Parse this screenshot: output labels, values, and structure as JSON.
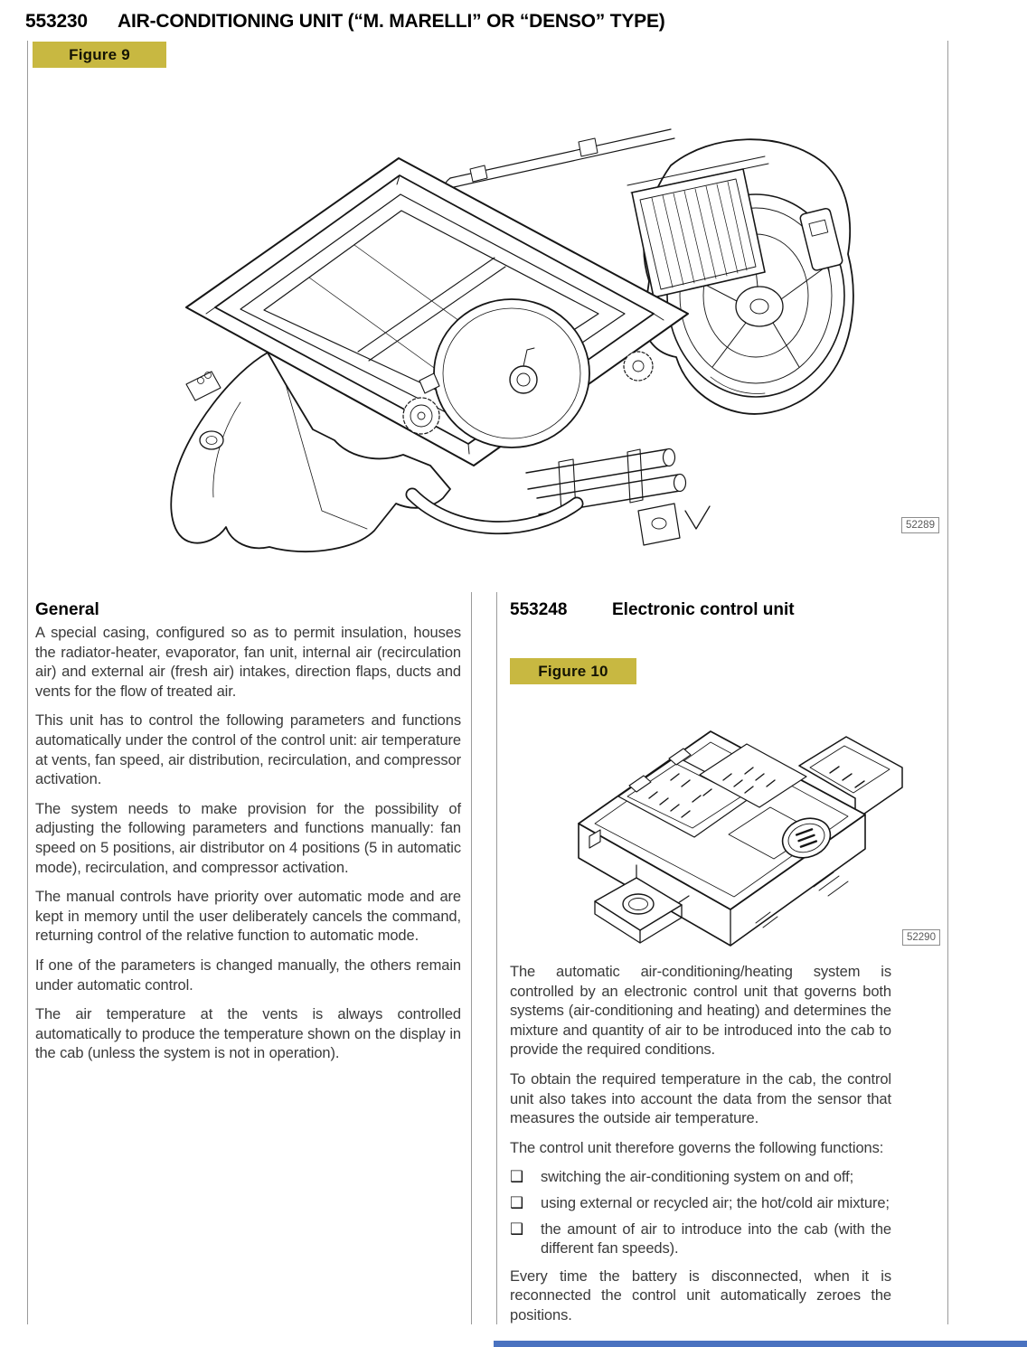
{
  "header": {
    "code": "553230",
    "title": "AIR-CONDITIONING UNIT (“M. MARELLI” OR “DENSO” TYPE)"
  },
  "figure9": {
    "label": "Figure 9",
    "ref": "52289"
  },
  "general": {
    "heading": "General",
    "p1": "A special casing, configured so as to permit insulation, houses the radiator-heater, evaporator, fan unit, internal air (recirculation air) and external air (fresh air) intakes, direction flaps, ducts and vents for the flow of treated air.",
    "p2": "This unit has to control the following parameters and functions automatically under the control of the control unit: air temperature at vents, fan speed, air distribution, recirculation, and compressor activation.",
    "p3": "The system needs to make provision for the possibility of adjusting the following parameters and functions manually: fan speed on 5 positions, air distributor on 4 positions (5 in automatic mode), recirculation, and compressor activation.",
    "p4": "The manual controls have priority over automatic mode and are kept in memory until the user deliberately cancels the command, returning control of the relative function to automatic mode.",
    "p5": "If one of the parameters is changed manually, the others remain under automatic control.",
    "p6": "The air temperature at the vents is always controlled automatically to produce the temperature shown on the display in the cab (unless the system is not in operation)."
  },
  "ecu": {
    "code": "553248",
    "heading": "Electronic control unit",
    "figure10": {
      "label": "Figure 10",
      "ref": "52290"
    },
    "p1": "The automatic air-conditioning/heating system is controlled by an electronic control unit that governs both systems (air-conditioning and heating) and determines the mixture and quantity of air to be introduced into the cab to provide the required conditions.",
    "p2": "To obtain the required temperature in the cab, the control unit also takes into account the data from the sensor that measures the outside air temperature.",
    "p3": "The control unit therefore governs the following functions:",
    "bullet_glyph": "❑",
    "bullets": [
      "switching the air-conditioning system on and off;",
      "using external or recycled air; the hot/cold air mixture;",
      "the amount of air to introduce into the cab (with the different fan speeds)."
    ],
    "closing": "Every time the battery is disconnected, when it is reconnected the control unit automatically zeroes the positions."
  },
  "colors": {
    "figure_label_bg": "#c8b841",
    "table_border": "#9b9b9b",
    "footer_bar": "#4a72c0"
  }
}
